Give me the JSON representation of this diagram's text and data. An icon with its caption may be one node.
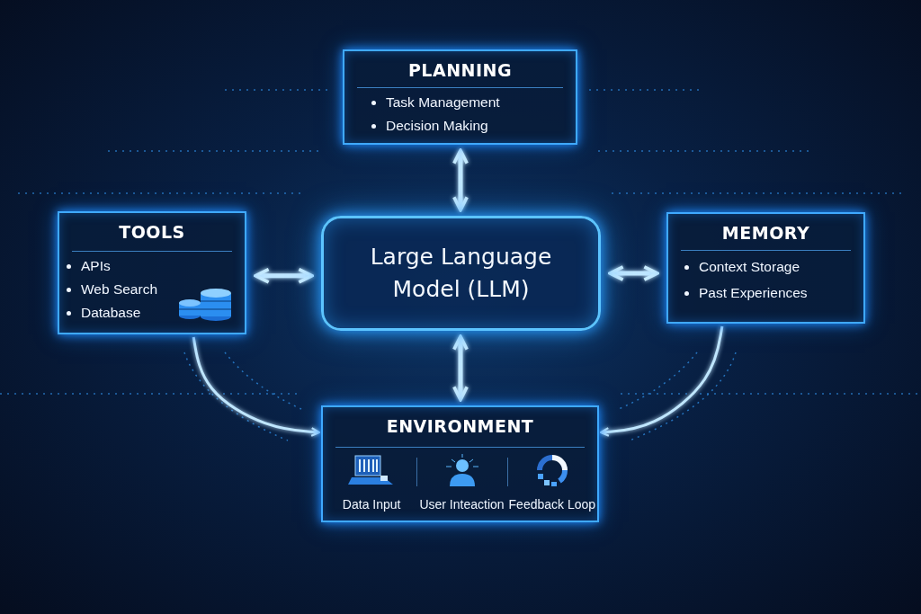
{
  "diagram": {
    "nodes": [
      {
        "text": [
          "PLANNING",
          "Task Management",
          "Decision Making"
        ]
      },
      {
        "text": [
          "TOOLS",
          "APIs",
          "Web Search",
          "Database"
        ]
      },
      {
        "text": [
          "Large Language Model (LLM)"
        ]
      },
      {
        "text": [
          "MEMORY",
          "Context Storage",
          "Past Experiences"
        ]
      },
      {
        "text": [
          "ENVIRONMENT",
          "Data Input",
          "User Inteaction",
          "Feedback Loop"
        ]
      }
    ],
    "edges": [
      {
        "from": 0,
        "to": 2,
        "arrow": "both"
      },
      {
        "from": 1,
        "to": 2,
        "arrow": "both"
      },
      {
        "from": 2,
        "to": 3,
        "arrow": "both"
      },
      {
        "from": 2,
        "to": 4,
        "arrow": "both"
      },
      {
        "from": 1,
        "to": 4,
        "arrow": "to"
      },
      {
        "from": 3,
        "to": 4,
        "arrow": "to"
      }
    ]
  }
}
